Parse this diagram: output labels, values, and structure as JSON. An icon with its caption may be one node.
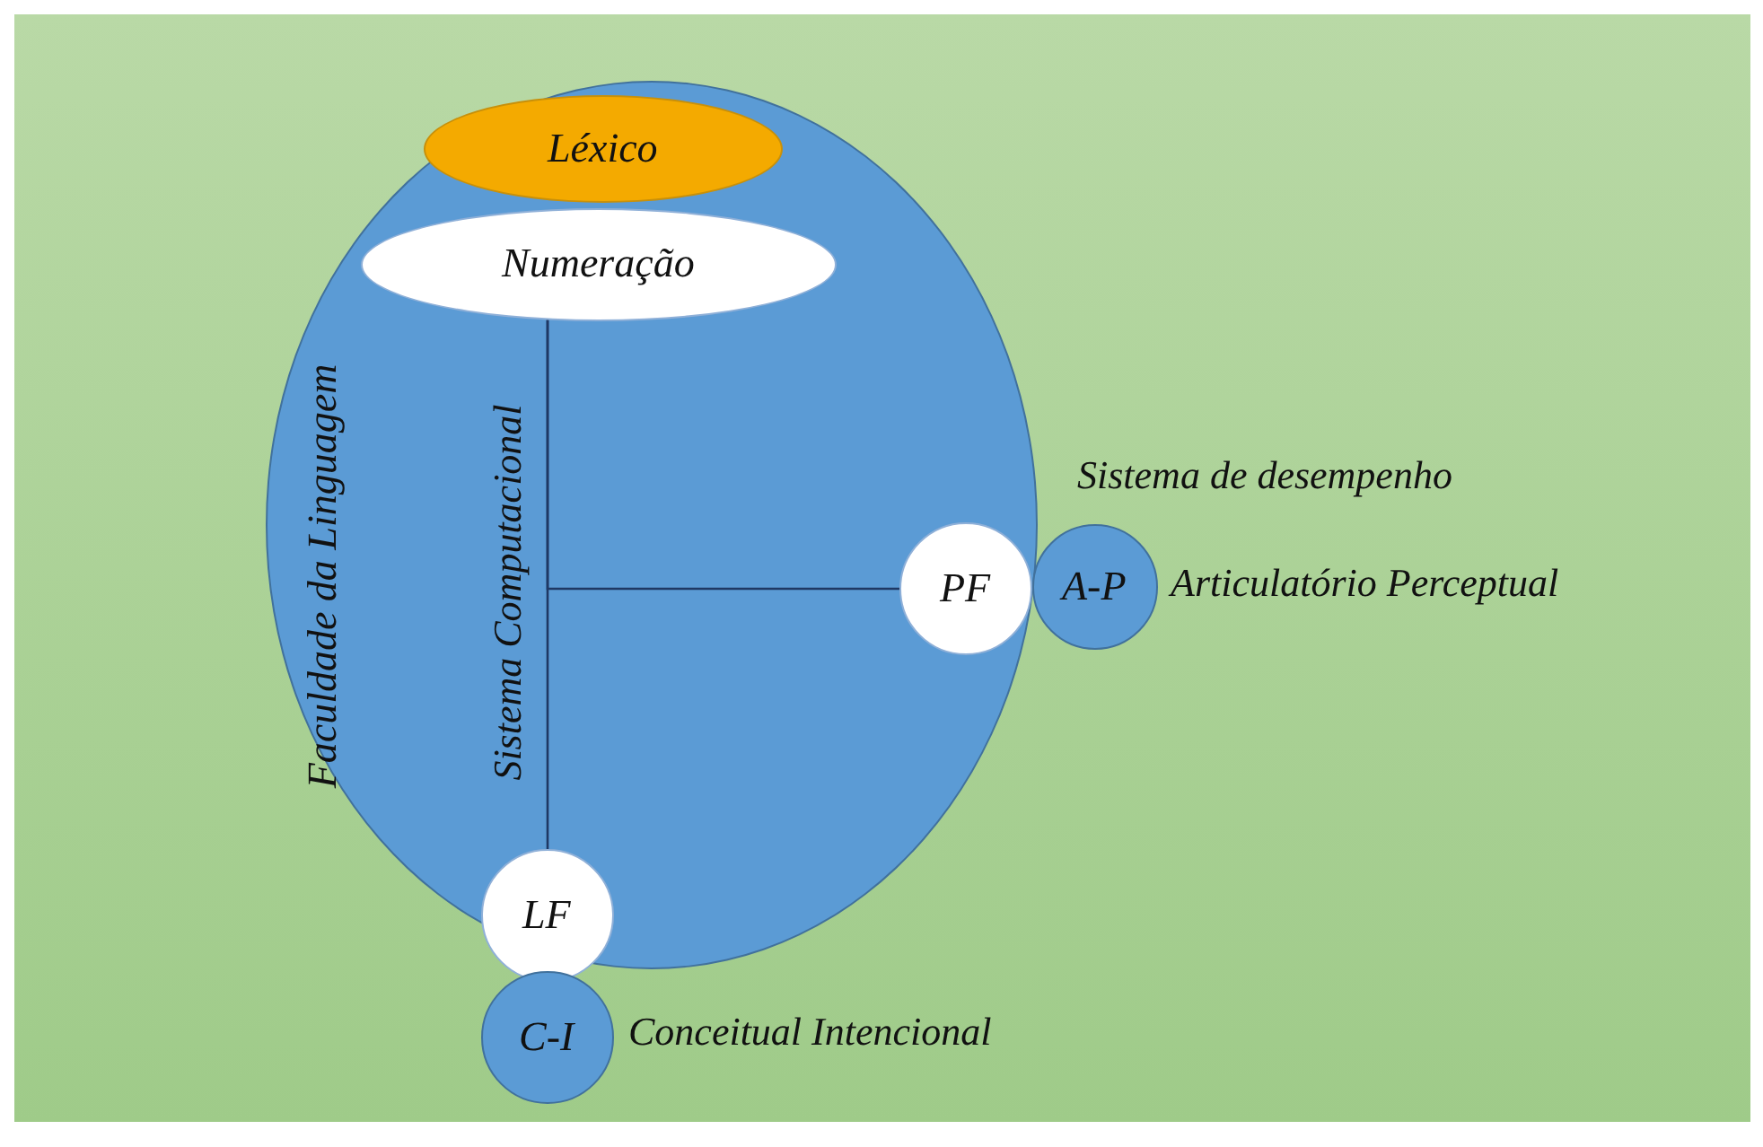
{
  "diagram": {
    "nodes": [
      {
        "text": [
          "Faculdade da Linguagem"
        ]
      },
      {
        "text": [
          "Léxico"
        ],
        "in": 0
      },
      {
        "text": [
          "Numeração"
        ],
        "in": 0
      },
      {
        "text": [
          "PF"
        ],
        "in": 0
      },
      {
        "text": [
          "A-P"
        ],
        "beside": [
          "Articulatório Perceptual"
        ]
      },
      {
        "text": [
          "LF"
        ]
      },
      {
        "text": [
          "C-I"
        ],
        "beside": [
          "Conceitual Intencional"
        ]
      }
    ],
    "edges": [
      {
        "from": 2,
        "to": 5,
        "arrow": "none"
      },
      {
        "from": 2,
        "to": 3,
        "arrow": "none"
      }
    ],
    "labels": [
      "Sistema Computacional",
      "Sistema de desempenho"
    ]
  }
}
